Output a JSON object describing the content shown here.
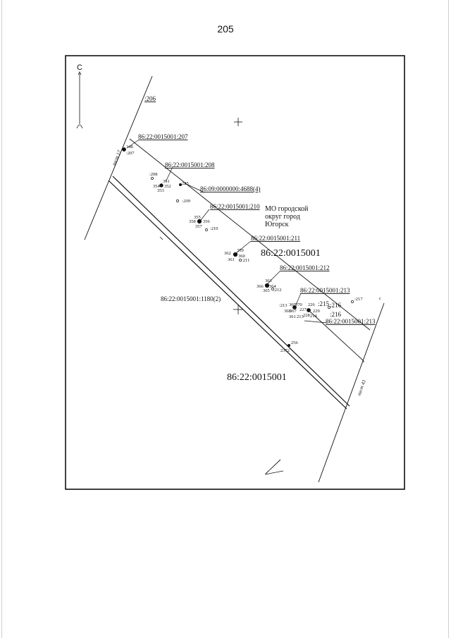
{
  "page_number": "205",
  "north_label": "С",
  "sheet_labels": [
    "лист 17",
    "лист 43"
  ],
  "municipality_label": [
    "МО городской",
    "округ город",
    "Югорск"
  ],
  "quarter_labels": [
    "86:22:0015001",
    "86:22:0015001"
  ],
  "road_parcel_label": "86:22:0015001:1180(2)",
  "parcel_labels": [
    ":206",
    "86:22:0015001:207",
    "86:22:0015001:208",
    "86:09:0000000:4688(4)",
    "86:22:0015001:210",
    "86:22:0015001:211",
    "86:22:0015001:212",
    "86:22:0015001:213",
    "86:22:0015001:213"
  ],
  "point_labels": [
    "348",
    ":207",
    ":208",
    "351",
    "352",
    "354",
    "353",
    "225",
    ":209",
    "355",
    "358",
    "356",
    "357",
    ":210",
    "362",
    "359",
    "360",
    "361",
    ":211",
    "363",
    "366",
    "364",
    "365",
    ":212",
    ":213",
    "369",
    "370",
    "226",
    ":215",
    ":216",
    ":216",
    ":217",
    "368",
    "367",
    "227",
    "229",
    "228",
    "214",
    "361",
    "213",
    "256",
    "2372"
  ]
}
